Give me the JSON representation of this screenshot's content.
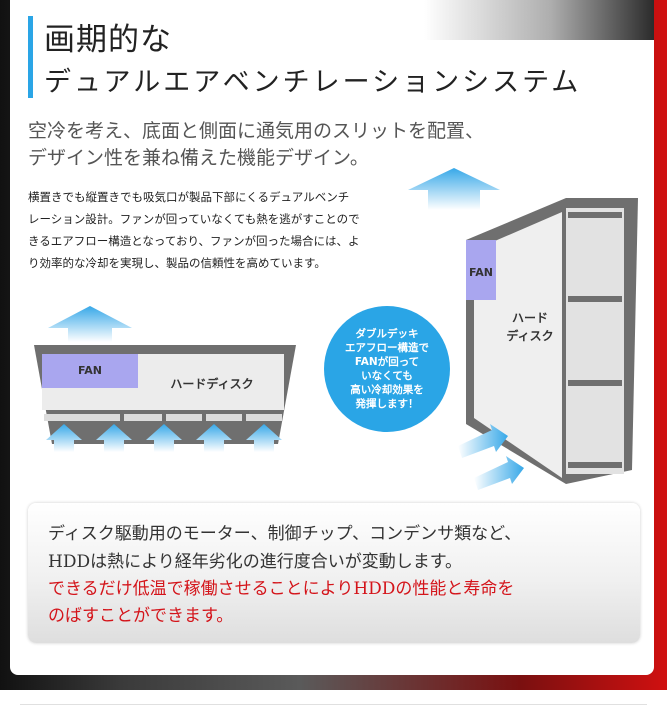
{
  "header": {
    "title_line1": "画期的な",
    "title_line2": "デュアルエアベンチレーションシステム"
  },
  "subtitle": {
    "line1": "空冷を考え、底面と側面に通気用のスリットを配置、",
    "line2": "デザイン性を兼ね備えた機能デザイン。"
  },
  "body": {
    "line1": "横置きでも縦置きでも吸気口が製品下部にくるデュアルベンチ",
    "line2": "レーション設計。ファンが回っていなくても熱を逃がすことので",
    "line3": "きるエアフロー構造となっており、ファンが回った場合には、よ",
    "line4": "り効率的な冷却を実現し、製品の信頼性を高めています。"
  },
  "diagram": {
    "horizontal_fan_label": "FAN",
    "horizontal_disk_label": "ハードディスク",
    "vertical_fan_label": "FAN",
    "vertical_disk_label_line1": "ハード",
    "vertical_disk_label_line2": "ディスク",
    "bubble_text": "ダブルデッキ\nエアフロー構造で\nFANが回って\nいなくても\n高い冷却効果を\n発揮します！"
  },
  "note": {
    "line1": "ディスク駆動用のモーター、制御チップ、コンデンサ類など、",
    "line2": "HDDは熱により経年劣化の進行度合いが変動します。",
    "line3": "できるだけ低温で稼働させることによりHDDの性能と寿命を",
    "line4": "のばすことができます。"
  },
  "colors": {
    "accent": "#2aa5e6",
    "emphasis_red": "#d4141a",
    "fan_purple": "#a9a6ef",
    "case_gray": "#6f6f6f"
  }
}
